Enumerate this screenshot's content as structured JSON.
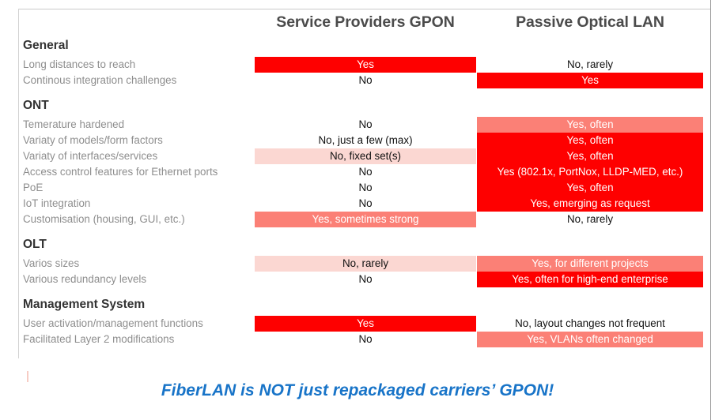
{
  "slide": {
    "caption": "FiberLAN is NOT just repackaged carriers’ GPON!",
    "caption_color": "#1874c8",
    "background_color": "#ffffff"
  },
  "palette": {
    "strong_red": "#fe0000",
    "mid_red": "#fb8076",
    "light_red": "#fbd7d2",
    "header_text": "#4b4b4b",
    "section_text": "#333333",
    "row_label_text": "#8e8e8e",
    "frame_rule": "#c9c9c9"
  },
  "table": {
    "columns": [
      {
        "id": "gpon",
        "label": "Service Providers GPON"
      },
      {
        "id": "pol",
        "label": "Passive Optical LAN"
      }
    ],
    "rows": [
      {
        "type": "section",
        "label": "General"
      },
      {
        "type": "item",
        "label": "Long distances to reach",
        "gpon": {
          "value": "Yes",
          "fill": "strong"
        },
        "pol": {
          "value": "No, rarely",
          "fill": "none"
        }
      },
      {
        "type": "item",
        "label": "Continous integration challenges",
        "gpon": {
          "value": "No",
          "fill": "none"
        },
        "pol": {
          "value": "Yes",
          "fill": "strong"
        }
      },
      {
        "type": "spacer"
      },
      {
        "type": "section",
        "label": "ONT"
      },
      {
        "type": "item",
        "label": "Temerature hardened",
        "gpon": {
          "value": "No",
          "fill": "none"
        },
        "pol": {
          "value": "Yes, often",
          "fill": "mid"
        }
      },
      {
        "type": "item",
        "label": "Variaty of models/form factors",
        "gpon": {
          "value": "No, just a few (max)",
          "fill": "none"
        },
        "pol": {
          "value": "Yes, often",
          "fill": "strong"
        }
      },
      {
        "type": "item",
        "label": "Variaty of interfaces/services",
        "gpon": {
          "value": "No, fixed set(s)",
          "fill": "light"
        },
        "pol": {
          "value": "Yes, often",
          "fill": "strong"
        }
      },
      {
        "type": "item",
        "label": "Access control features for Ethernet ports",
        "gpon": {
          "value": "No",
          "fill": "none"
        },
        "pol": {
          "value": "Yes (802.1x, PortNox, LLDP-MED, etc.)",
          "fill": "strong"
        }
      },
      {
        "type": "item",
        "label": "PoE",
        "gpon": {
          "value": "No",
          "fill": "none"
        },
        "pol": {
          "value": "Yes, often",
          "fill": "strong"
        }
      },
      {
        "type": "item",
        "label": "IoT integration",
        "gpon": {
          "value": "No",
          "fill": "none"
        },
        "pol": {
          "value": "Yes, emerging as request",
          "fill": "strong"
        }
      },
      {
        "type": "item",
        "label": "Customisation (housing, GUI, etc.)",
        "gpon": {
          "value": "Yes, sometimes strong",
          "fill": "mid"
        },
        "pol": {
          "value": "No, rarely",
          "fill": "none"
        }
      },
      {
        "type": "spacer"
      },
      {
        "type": "section",
        "label": "OLT"
      },
      {
        "type": "item",
        "label": "Varios sizes",
        "gpon": {
          "value": "No, rarely",
          "fill": "light"
        },
        "pol": {
          "value": "Yes, for different projects",
          "fill": "mid"
        }
      },
      {
        "type": "item",
        "label": "Various redundancy levels",
        "gpon": {
          "value": "No",
          "fill": "none"
        },
        "pol": {
          "value": "Yes, often for high-end enterprise",
          "fill": "strong"
        }
      },
      {
        "type": "spacer"
      },
      {
        "type": "section",
        "label": "Management System"
      },
      {
        "type": "item",
        "label": "User activation/management functions",
        "gpon": {
          "value": "Yes",
          "fill": "strong"
        },
        "pol": {
          "value": "No, layout changes not frequent",
          "fill": "none"
        }
      },
      {
        "type": "item",
        "label": "Facilitated Layer 2 modifications",
        "gpon": {
          "value": "No",
          "fill": "none"
        },
        "pol": {
          "value": "Yes, VLANs often changed",
          "fill": "mid"
        }
      }
    ]
  }
}
